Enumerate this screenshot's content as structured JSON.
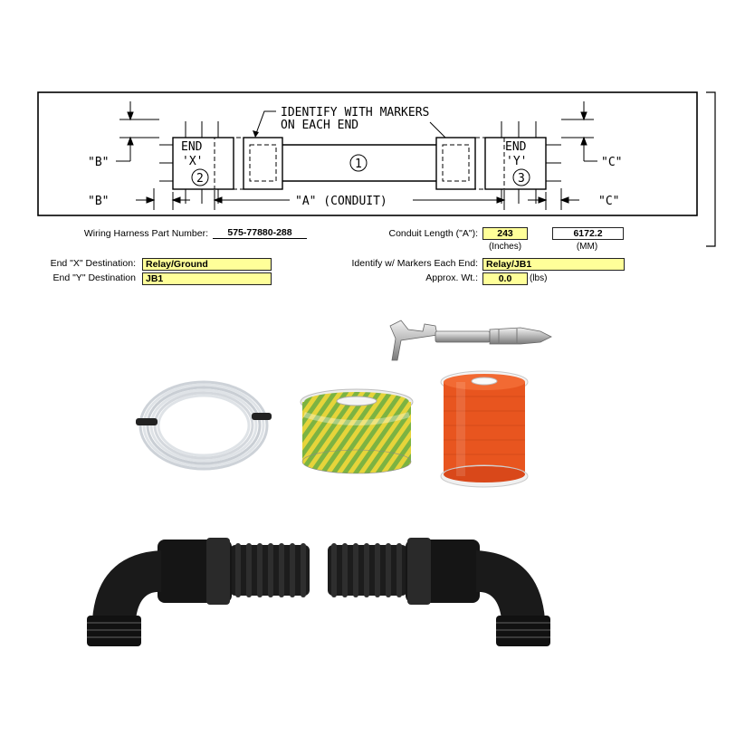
{
  "diagram": {
    "note_line1": "IDENTIFY WITH MARKERS",
    "note_line2": "ON EACH END",
    "end_word_x": "END",
    "end_word_y": "END",
    "end_x_letter": "'X'",
    "end_y_letter": "'Y'",
    "num_x": "2",
    "num_conduit": "1",
    "num_y": "3",
    "dim_b": "\"B\"",
    "dim_c": "\"C\"",
    "dim_a": "\"A\" (CONDUIT)"
  },
  "form": {
    "part_number_label": "Wiring Harness Part Number:",
    "part_number_value": "575-77880-288",
    "end_x_label": "End \"X\" Destination:",
    "end_x_value": "Relay/Ground",
    "end_y_label": "End \"Y\" Destination",
    "end_y_value": "JB1",
    "conduit_length_label": "Conduit Length (\"A\"):",
    "conduit_length_in": "243",
    "conduit_length_mm": "6172.2",
    "inches_label": "(Inches)",
    "mm_label": "(MM)",
    "markers_label": "Identify w/ Markers Each End:",
    "markers_value": "Relay/JB1",
    "weight_label": "Approx. Wt.:",
    "weight_value": "0.0",
    "weight_unit": "(lbs)"
  },
  "colors": {
    "field_fill": "#ffff99",
    "orange_wire": "#e8551f",
    "green_wire": "#7cb342",
    "yellow_wire": "#e6d43a",
    "white_wire": "#e9ecef",
    "conduit_black": "#1c1c1c"
  }
}
